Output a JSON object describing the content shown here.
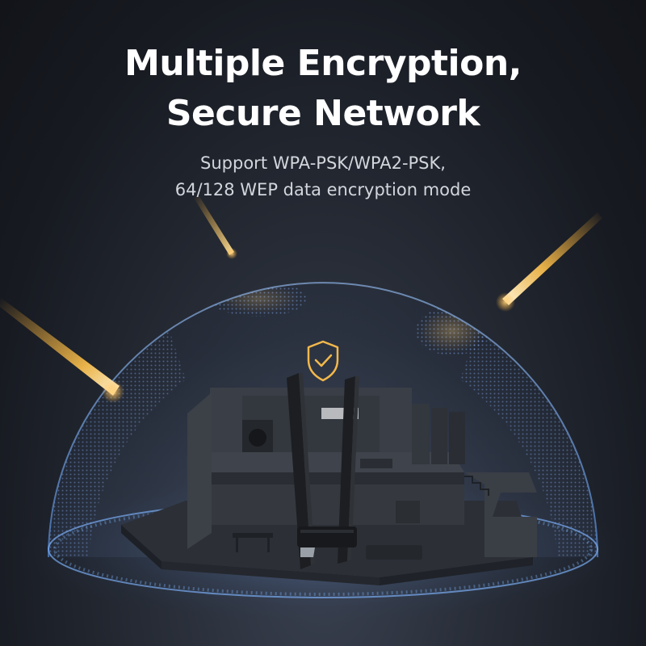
{
  "headline": {
    "line1": "Multiple Encryption,",
    "line2": "Secure Network"
  },
  "subheadline": {
    "line1": "Support WPA-PSK/WPA2-PSK,",
    "line2": "64/128 WEP data encryption mode"
  },
  "icons": {
    "shield": "shield-check-icon"
  },
  "colors": {
    "accent_gold": "#f2b84b",
    "dome_blue": "#7fb6ff",
    "background": "#1b1e25"
  }
}
